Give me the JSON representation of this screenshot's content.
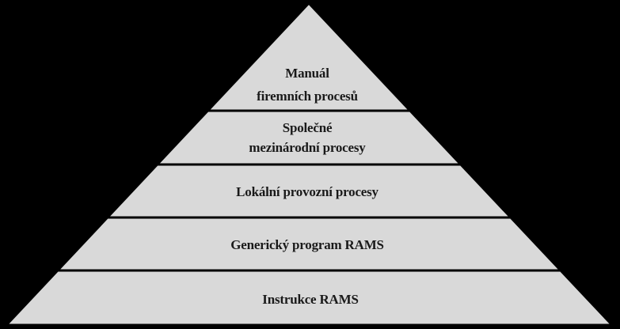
{
  "diagram": {
    "background_color": "#000000",
    "fill_color": "#d9d9d9",
    "stroke_color": "#000000",
    "text_color": "#1a1a1a",
    "levels": [
      {
        "lines": [
          "Manuál",
          "firemních procesů"
        ]
      },
      {
        "lines": [
          "Společné",
          "mezinárodní procesy"
        ]
      },
      {
        "lines": [
          "Lokální provozní procesy"
        ]
      },
      {
        "lines": [
          "Generický program RAMS"
        ]
      },
      {
        "lines": [
          "Instrukce RAMS"
        ]
      }
    ]
  }
}
